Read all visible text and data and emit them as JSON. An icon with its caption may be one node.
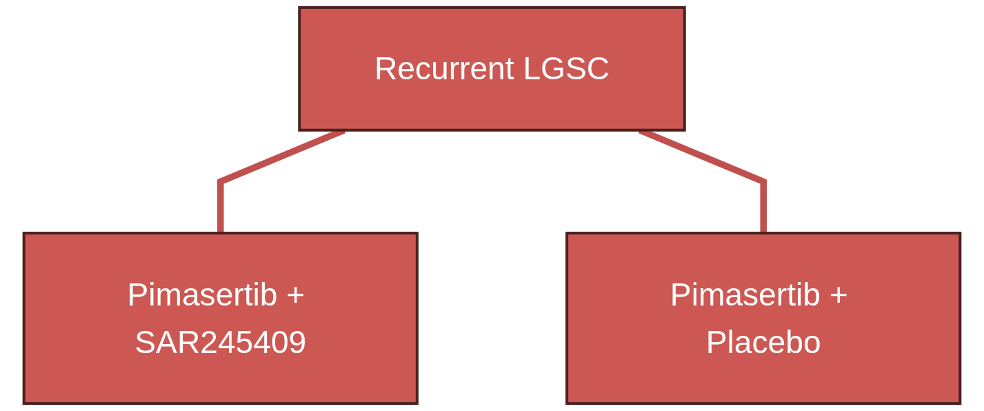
{
  "diagram": {
    "nodes": [
      {
        "text": [
          "Recurrent LGSC"
        ]
      },
      {
        "text": [
          "Pimasertib + SAR245409"
        ]
      },
      {
        "text": [
          "Pimasertib + Placebo"
        ]
      }
    ],
    "edges": [
      {
        "from": 0,
        "to": 1,
        "arrow": "none"
      },
      {
        "from": 0,
        "to": 2,
        "arrow": "none"
      }
    ]
  }
}
